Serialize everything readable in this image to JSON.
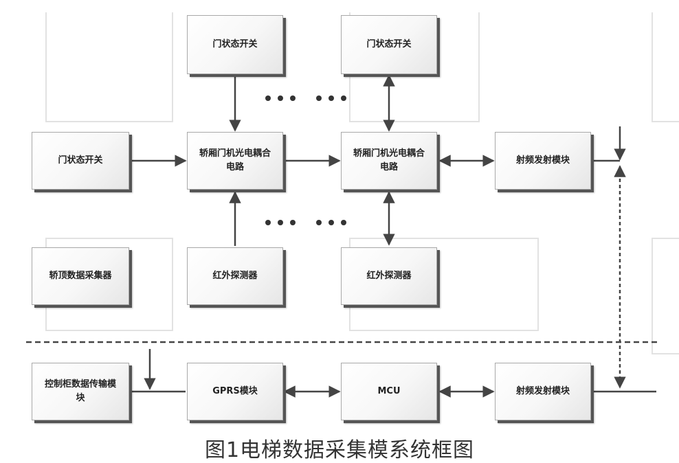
{
  "boxes": {
    "door_switch_top_left": "门状态开关",
    "door_switch_top_right": "门状态开关",
    "door_switch_left": "门状态开关",
    "coupler_left": "轿厢门机光电耦合\n电路",
    "coupler_right": "轿厢门机光电耦合\n电路",
    "rf_top": "射频发射模块",
    "car_top_collector": "轿顶数据采集器",
    "infrared_left": "红外探测器",
    "infrared_right": "红外探测器",
    "cabinet_transfer": "控制柜数据传输模\n块",
    "gprs": "GPRS模块",
    "mcu": "MCU",
    "rf_bottom": "射频发射模块"
  },
  "ellipsis_marks": [
    "•••  •••",
    "•••  •••"
  ],
  "caption": "图1电梯数据采集模系统框图"
}
